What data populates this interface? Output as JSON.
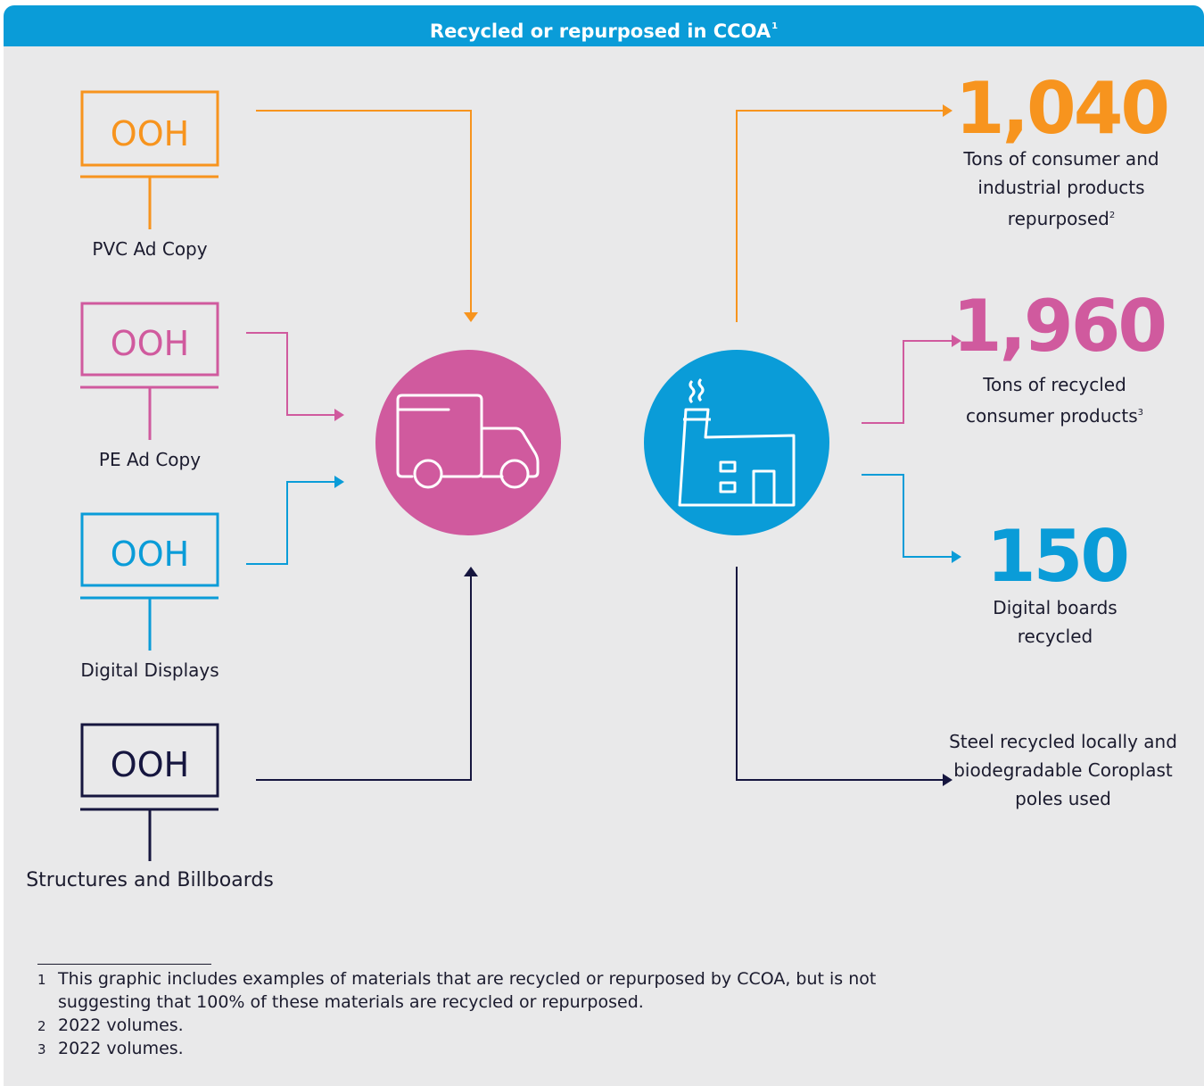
{
  "header": {
    "title": "Recycled or repurposed in CCOA",
    "sup": "1"
  },
  "colors": {
    "orange": "#f7941e",
    "pink": "#d05a9e",
    "blue": "#0a9cd8",
    "navy": "#16163f"
  },
  "signs": {
    "text": "OOH",
    "items": [
      {
        "label": "PVC Ad Copy",
        "color": "orange"
      },
      {
        "label": "PE Ad Copy",
        "color": "pink"
      },
      {
        "label": "Digital Displays",
        "color": "blue"
      },
      {
        "label": "Structures and Billboards",
        "color": "navy"
      }
    ]
  },
  "hubs": {
    "truck": "truck-icon",
    "factory": "factory-icon"
  },
  "outputs": [
    {
      "value": "1,040",
      "desc": "Tons of consumer and industrial products repurposed",
      "sup": "2",
      "color": "orange"
    },
    {
      "value": "1,960",
      "desc": "Tons of recycled consumer products",
      "sup": "3",
      "color": "pink"
    },
    {
      "value": "150",
      "desc": "Digital boards recycled",
      "color": "blue"
    },
    {
      "desc": "Steel recycled locally and biodegradable Coroplast poles used",
      "color": "navy"
    }
  ],
  "footnotes": [
    {
      "num": "1",
      "text": "This graphic includes examples of materials that are recycled or repurposed by CCOA, but is not suggesting that 100% of these materials are recycled or repurposed."
    },
    {
      "num": "2",
      "text": "2022 volumes."
    },
    {
      "num": "3",
      "text": "2022 volumes."
    }
  ]
}
